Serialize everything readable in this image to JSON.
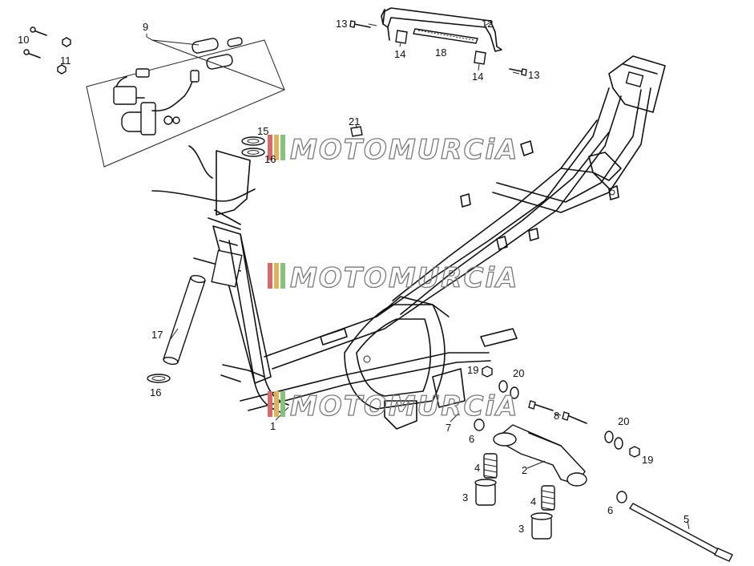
{
  "watermark": {
    "text": "MOTOMURCiA",
    "stripe_colors": [
      "#d66a6a",
      "#e0b35a",
      "#86c27a"
    ]
  },
  "callouts": [
    {
      "id": "9",
      "text": "9"
    },
    {
      "id": "10",
      "text": "10"
    },
    {
      "id": "11",
      "text": "11"
    },
    {
      "id": "13a",
      "text": "13"
    },
    {
      "id": "12",
      "text": "12"
    },
    {
      "id": "14a",
      "text": "14"
    },
    {
      "id": "18",
      "text": "18"
    },
    {
      "id": "14b",
      "text": "14"
    },
    {
      "id": "13b",
      "text": "13"
    },
    {
      "id": "21",
      "text": "21"
    },
    {
      "id": "15",
      "text": "15"
    },
    {
      "id": "16a",
      "text": "16"
    },
    {
      "id": "17",
      "text": "17"
    },
    {
      "id": "16b",
      "text": "16"
    },
    {
      "id": "1",
      "text": "1"
    },
    {
      "id": "19a",
      "text": "19"
    },
    {
      "id": "20a",
      "text": "20"
    },
    {
      "id": "8",
      "text": "8"
    },
    {
      "id": "7",
      "text": "7"
    },
    {
      "id": "6a",
      "text": "6"
    },
    {
      "id": "20b",
      "text": "20"
    },
    {
      "id": "19b",
      "text": "19"
    },
    {
      "id": "2",
      "text": "2"
    },
    {
      "id": "4a",
      "text": "4"
    },
    {
      "id": "3a",
      "text": "3"
    },
    {
      "id": "4b",
      "text": "4"
    },
    {
      "id": "3b",
      "text": "3"
    },
    {
      "id": "6b",
      "text": "6"
    },
    {
      "id": "5",
      "text": "5"
    }
  ]
}
